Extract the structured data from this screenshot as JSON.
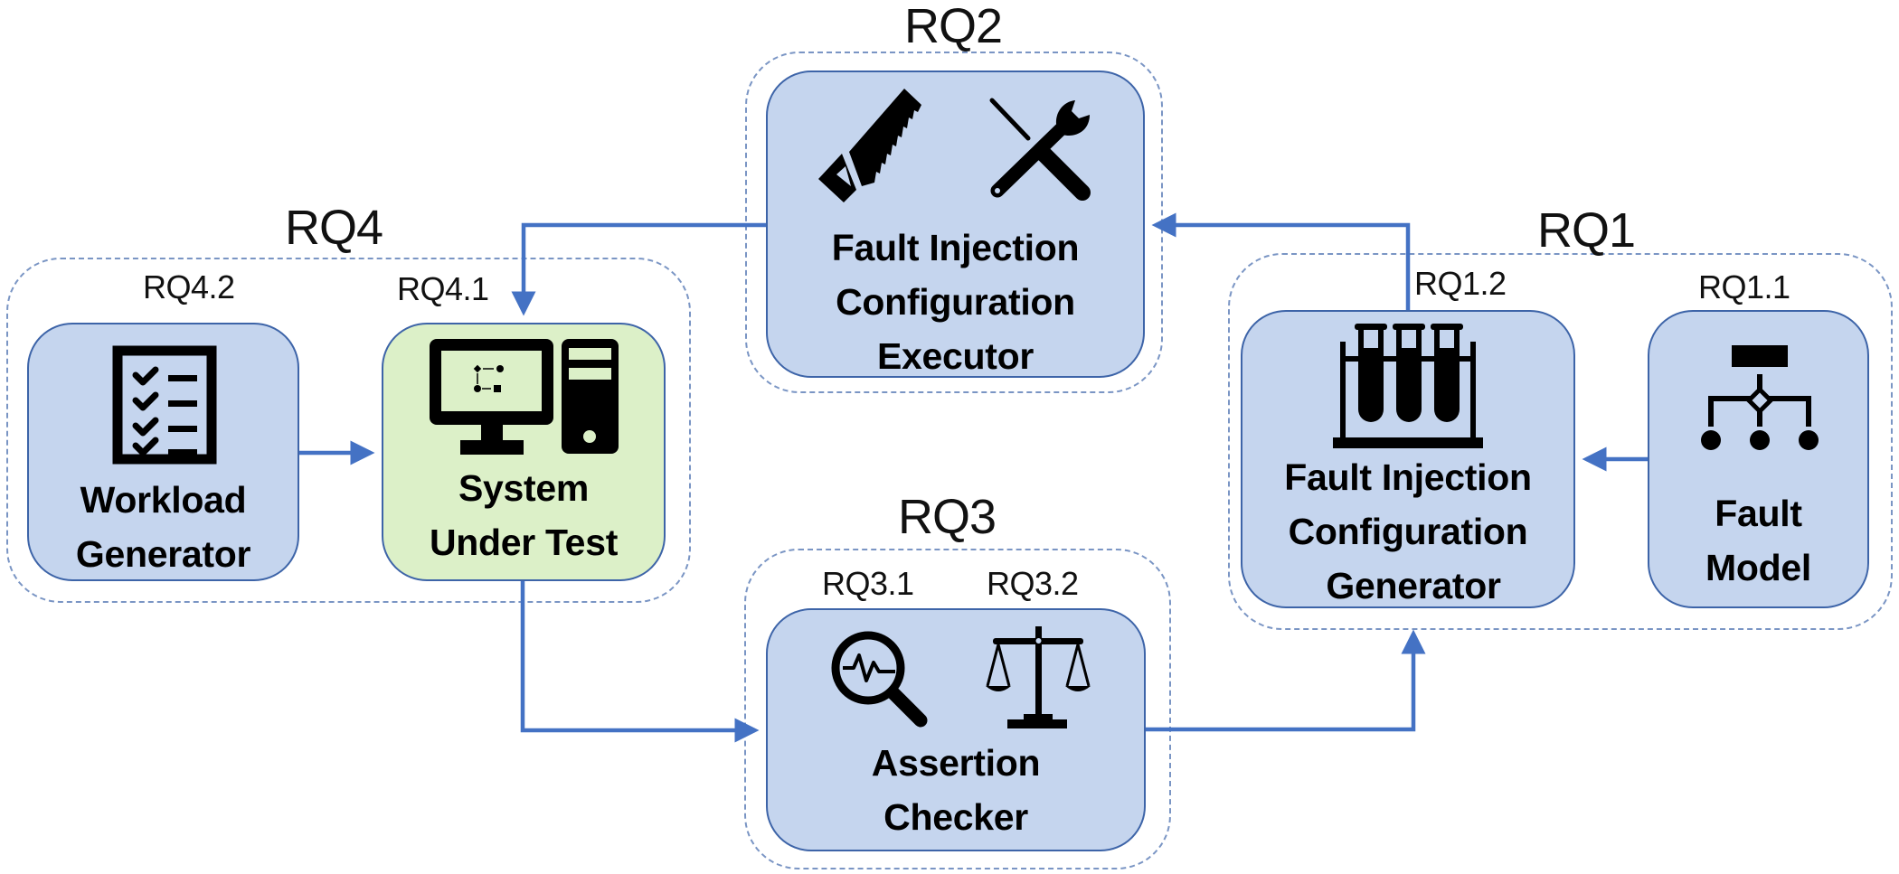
{
  "groups": {
    "rq1": {
      "label": "RQ1"
    },
    "rq2": {
      "label": "RQ2"
    },
    "rq3": {
      "label": "RQ3"
    },
    "rq4": {
      "label": "RQ4"
    }
  },
  "sublabels": {
    "rq1_1": "RQ1.1",
    "rq1_2": "RQ1.2",
    "rq3_1": "RQ3.1",
    "rq3_2": "RQ3.2",
    "rq4_1": "RQ4.1",
    "rq4_2": "RQ4.2"
  },
  "nodes": {
    "workload_generator": {
      "lines": [
        "Workload",
        "Generator"
      ],
      "icon": "checklist-icon"
    },
    "system_under_test": {
      "lines": [
        "System",
        "Under Test"
      ],
      "icon": "computer-icon"
    },
    "executor": {
      "lines": [
        "Fault Injection",
        "Configuration",
        "Executor"
      ],
      "icons": [
        "saw-icon",
        "tools-icon"
      ]
    },
    "assertion_checker": {
      "lines": [
        "Assertion",
        "Checker"
      ],
      "icons": [
        "magnifier-waveform-icon",
        "scales-icon"
      ]
    },
    "generator": {
      "lines": [
        "Fault Injection",
        "Configuration",
        "Generator"
      ],
      "icon": "test-tubes-icon"
    },
    "fault_model": {
      "lines": [
        "Fault",
        "Model"
      ],
      "icon": "hierarchy-icon"
    }
  },
  "edges": [
    {
      "from": "Fault Model",
      "to": "Fault Injection Configuration Generator"
    },
    {
      "from": "Fault Injection Configuration Generator",
      "to": "Fault Injection Configuration Executor"
    },
    {
      "from": "Fault Injection Configuration Executor",
      "to": "System Under Test"
    },
    {
      "from": "Workload Generator",
      "to": "System Under Test"
    },
    {
      "from": "System Under Test",
      "to": "Assertion Checker"
    },
    {
      "from": "Assertion Checker",
      "to": "Fault Injection Configuration Generator"
    }
  ],
  "colors": {
    "node_fill": "#c5d5ee",
    "sut_fill": "#dcf0c8",
    "node_border": "#3d64a8",
    "arrow": "#4472c4",
    "group_dash": "#7a95c4"
  }
}
